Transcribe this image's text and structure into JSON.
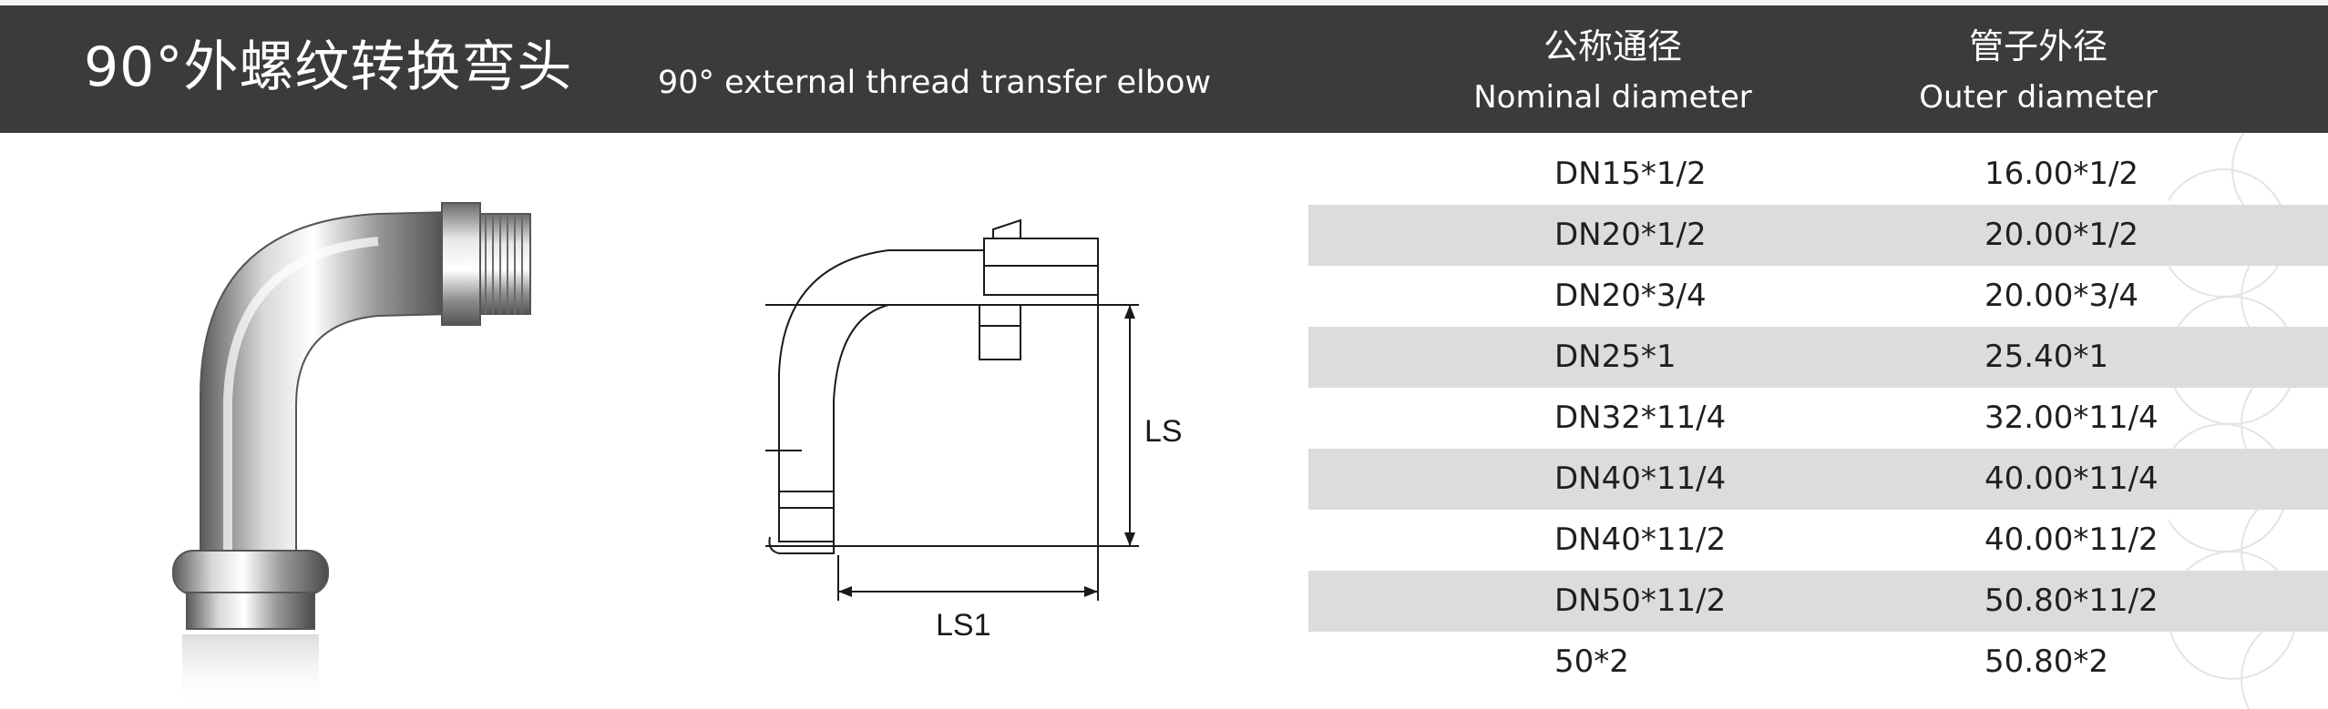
{
  "header": {
    "title_cn": "90°外螺纹转换弯头",
    "title_en": "90° external thread transfer elbow",
    "columns": [
      {
        "cn": "公称通径",
        "en": "Nominal diameter"
      },
      {
        "cn": "管子外径",
        "en": "Outer diameter"
      }
    ]
  },
  "drawing": {
    "ls_label": "LS",
    "ls1_label": "LS1"
  },
  "table": {
    "rows": [
      {
        "nominal": "DN15*1/2",
        "outer": "16.00*1/2"
      },
      {
        "nominal": "DN20*1/2",
        "outer": "20.00*1/2"
      },
      {
        "nominal": "DN20*3/4",
        "outer": "20.00*3/4"
      },
      {
        "nominal": "DN25*1",
        "outer": "25.40*1"
      },
      {
        "nominal": "DN32*11/4",
        "outer": "32.00*11/4"
      },
      {
        "nominal": "DN40*11/4",
        "outer": "40.00*11/4"
      },
      {
        "nominal": "DN40*11/2",
        "outer": "40.00*11/2"
      },
      {
        "nominal": "DN50*11/2",
        "outer": "50.80*11/2"
      },
      {
        "nominal": "50*2",
        "outer": "50.80*2"
      }
    ]
  },
  "colors": {
    "header_bg": "#3b3b3b",
    "row_shade": "#dcdcdc",
    "text": "#1f1f1f"
  }
}
